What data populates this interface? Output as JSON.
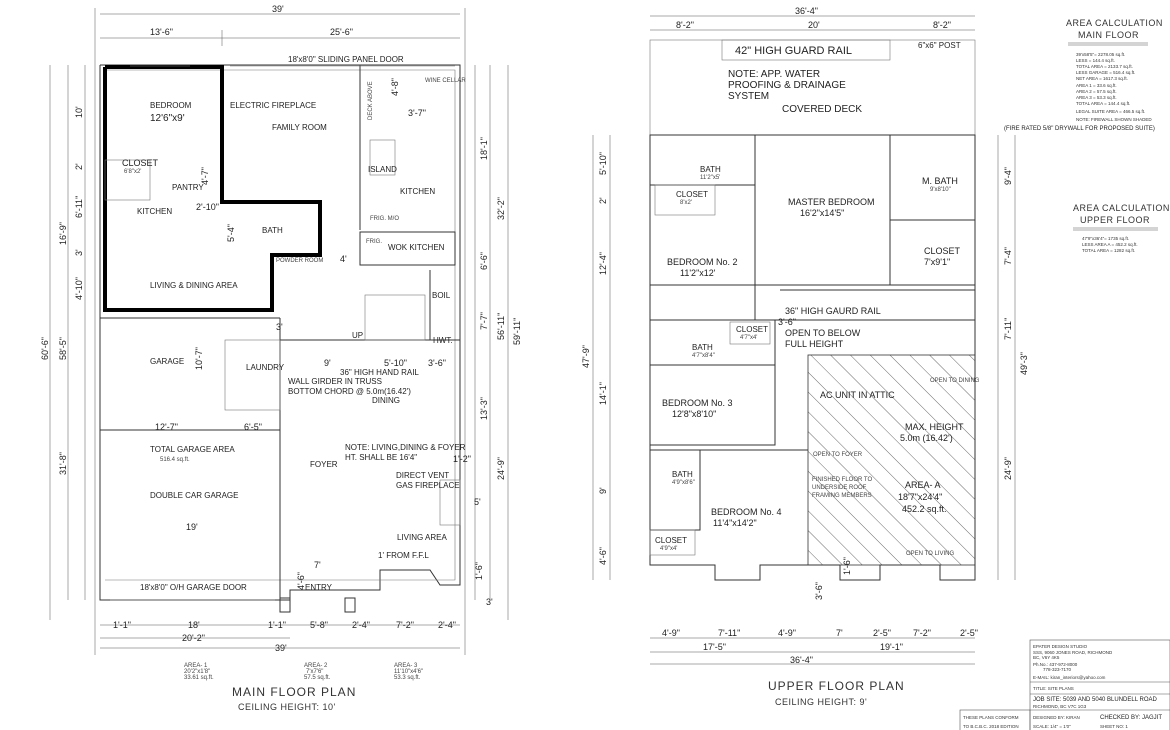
{
  "main_plan": {
    "title": "MAIN FLOOR PLAN",
    "ceiling": "CEILING HEIGHT: 10'",
    "rooms": {
      "bedroom": "BEDROOM",
      "bedroom_size": "12'6\"x9'",
      "closet": "CLOSET",
      "closet_size": "6'8\"x2'",
      "pantry": "PANTRY",
      "kitchen": "KITCHEN",
      "living_dining": "LIVING & DINING AREA",
      "electric_fireplace": "ELECTRIC FIREPLACE",
      "family_room": "FAMILY ROOM",
      "deck_above": "DECK ABOVE",
      "island": "ISLAND",
      "kitchen2": "KITCHEN",
      "wine_cellar": "WINE CELLAR",
      "frig_mo": "FRIG.  M/O",
      "frig": "FRIG.",
      "wok_kitchen": "WOK KITCHEN",
      "bath": "BATH",
      "powder_room": "POWDER ROOM",
      "boil": "BOIL",
      "hwt": "HWT.",
      "up": "UP",
      "garage": "GARAGE",
      "laundry": "LAUNDRY",
      "dining": "DINING",
      "foyer": "FOYER",
      "living_area": "LIVING AREA",
      "entry": "ENTRY",
      "total_garage_area": "TOTAL GARAGE AREA",
      "garage_area_value": "516.4 sq.ft.",
      "double_car_garage": "DOUBLE CAR GARAGE"
    },
    "notes": {
      "sliding_door": "18'x8'0\" SLIDING PANEL DOOR",
      "hand_rail": "36\" HIGH HAND RAIL",
      "girder_1": "WALL GIRDER IN TRUSS",
      "girder_2": "BOTTOM CHORD @ 5.0m(16.42')",
      "height_1": "NOTE: LIVING,DINING & FOYER",
      "height_2": "HT. SHALL BE 16'4\"",
      "fireplace_1": "DIRECT VENT",
      "fireplace_2": "GAS FIREPLACE",
      "ffl": "1' FROM F.F.L",
      "garage_door": "18'x8'0\" O/H GARAGE DOOR"
    },
    "areas": [
      {
        "label": "AREA- 1",
        "dims": "20'2\"x1'8\"",
        "value": "33.61 sq.ft."
      },
      {
        "label": "AREA- 2",
        "dims": "7'x7'6\"",
        "value": "57.5 sq.ft."
      },
      {
        "label": "AREA- 3",
        "dims": "11'10\"x4'6\"",
        "value": "53.3 sq.ft."
      }
    ],
    "dims": {
      "top_total": "39'",
      "top_a": "13'-6\"",
      "top_b": "25'-6\"",
      "left": [
        "10'",
        "2'",
        "6'-11\"",
        "16'-9\"",
        "3'",
        "4'-10\"",
        "10'-7\"",
        "60'-6\"",
        "58'-5\"",
        "31'-8\""
      ],
      "right": [
        "18'-1\"",
        "32'-2\"",
        "6'-6\"",
        "7'-7\"",
        "56'-11\"",
        "59'-11\"",
        "13'-3\"",
        "24'-9\"",
        "1'-2\"",
        "5'",
        "1'-6\"",
        "3'"
      ],
      "inner": [
        "3'-7\"",
        "4'-8\"",
        "4'-7\"",
        "2'-10\"",
        "5'-4\"",
        "4'",
        "9'",
        "5'-10\"",
        "3'-6\"",
        "12'-7\"",
        "6'-5\"",
        "19'",
        "7'",
        "4'-6\"",
        "3'"
      ],
      "bottom": [
        "1'-1\"",
        "18'",
        "1'-1\"",
        "5'-8\"",
        "2'-4\"",
        "7'-2\"",
        "2'-4\"",
        "20'-2\"",
        "39'"
      ]
    }
  },
  "upper_plan": {
    "title": "UPPER FLOOR PLAN",
    "ceiling": "CEILING HEIGHT: 9'",
    "rooms": {
      "guard_rail": "42\" HIGH GUARD RAIL",
      "post": "6\"x6\" POST",
      "note_1": "NOTE: APP. WATER",
      "note_2": "PROOFING & DRAINAGE",
      "note_3": "SYSTEM",
      "covered_deck": "COVERED DECK",
      "bath1": "BATH",
      "bath1_size": "11'2\"x5'",
      "closet1": "CLOSET",
      "closet1_size": "8'x2'",
      "master": "MASTER BEDROOM",
      "master_size": "16'2\"x14'5\"",
      "mbath": "M. BATH",
      "mbath_size": "9'x8'10\"",
      "closet2": "CLOSET",
      "closet2_size": "7'x9'1\"",
      "bed2": "BEDROOM No. 2",
      "bed2_size": "11'2\"x12'",
      "gaurd_rail": "36\" HIGH GAURD RAIL",
      "open_below_1": "OPEN TO BELOW",
      "open_below_2": "FULL HEIGHT",
      "bath2": "BATH",
      "bath2_size": "4'7\"x8'4\"",
      "closet3": "CLOSET",
      "closet3_size": "4'7\"x4'",
      "bed3": "BEDROOM No. 3",
      "bed3_size": "12'8\"x8'10\"",
      "ac_unit": "AC UNIT IN ATTIC",
      "open_dining": "OPEN TO DINING",
      "max_height_1": "MAX. HEIGHT",
      "max_height_2": "5.0m (16.42')",
      "open_foyer": "OPEN TO FOYER",
      "finished_1": "FINISHED FLOOR TO",
      "finished_2": "UNDERSIDE ROOF",
      "finished_3": "FRAMING MEMBERS",
      "area_a": "AREA- A",
      "area_a_dims": "18'7\"x24'4\"",
      "area_a_value": "452.2 sq.ft.",
      "bath3": "BATH",
      "bath3_size": "4'9\"x8'6\"",
      "bed4": "BEDROOM No. 4",
      "bed4_size": "11'4\"x14'2\"",
      "closet4": "CLOSET",
      "closet4_size": "4'9\"x4'",
      "open_living": "OPEN TO LIVING"
    },
    "dims": {
      "top_total": "36'-4\"",
      "top": [
        "8'-2\"",
        "20'",
        "8'-2\""
      ],
      "left": [
        "5'-10\"",
        "2'",
        "12'-4\"",
        "47'-9\"",
        "14'-1\"",
        "9'",
        "4'-6\""
      ],
      "right": [
        "9'-4\"",
        "7'-4\"",
        "7'-11\"",
        "49'-3\"",
        "24'-9\""
      ],
      "inner": [
        "3'-6\"",
        "3'-6\"",
        "1'-6\""
      ],
      "bottom": [
        "4'-9\"",
        "7'-11\"",
        "4'-9\"",
        "7'",
        "2'-5\"",
        "7'-2\"",
        "2'-5\"",
        "17'-5\"",
        "19'-1\"",
        "36'-4\""
      ]
    }
  },
  "area_main": {
    "title_1": "AREA CALCULATION",
    "title_2": "MAIN FLOOR",
    "lines": [
      "39'x58'5\"= 2278.05 sq.ft.",
      "LESS = 144.4 sq.ft.",
      "TOTAL AREA = 2133.7 sq.ft.",
      "LESS GARAGE = 516.4 sq.ft.",
      "NET AREA = 1617.3 sq.ft.",
      "AREA 1 = 33.6 sq.ft.",
      "AREA 2 = 57.5 sq.ft.",
      "AREA 3 = 53.3 sq.ft.",
      "TOTAL AREA = 144.4 sq.ft.",
      "LEGAL SUITE AREA = 466.5 sq.ft.",
      "NOTE: FIREWALL SHOWN SHADED",
      "(FIRE RATED 5/8\" DRYWALL FOR PROPOSED SUITE)"
    ]
  },
  "area_upper": {
    "title_1": "AREA CALCULATION",
    "title_2": "UPPER FLOOR",
    "lines": [
      "47'9\"x36'4\"= 1735 sq.ft.",
      "LESS AREA A = 452.2 sq.ft.",
      "TOTAL AREA = 1282 sq.ft."
    ]
  },
  "title_block": {
    "firm": [
      "EPATER DESIGN STUDIO",
      "SSS, 9060 JONES ROAD, RICHMOND",
      "BC, V6Y 4K5",
      "Ph.No.: 437-972-8000",
      "778-323-7170",
      "E-MAIL: kiran_interiors@yahoo.com"
    ],
    "title": "TITLE: SITE PLANS",
    "job_site_1": "JOB SITE: 5039 AND 5040 BLUNDELL ROAD",
    "job_site_2": "RICHMOND, BC V7C 1G3",
    "conform_1": "THESE PLANS CONFORM",
    "conform_2": "TO B.C.B.C. 2018 EDITION",
    "designed": "DESIGNED BY: KIRAN",
    "checked": "CHECKED BY: JAGJIT",
    "scale": "SCALE: 1/4\" = 1'0\"",
    "sheet": "SHEET NO: 1"
  }
}
